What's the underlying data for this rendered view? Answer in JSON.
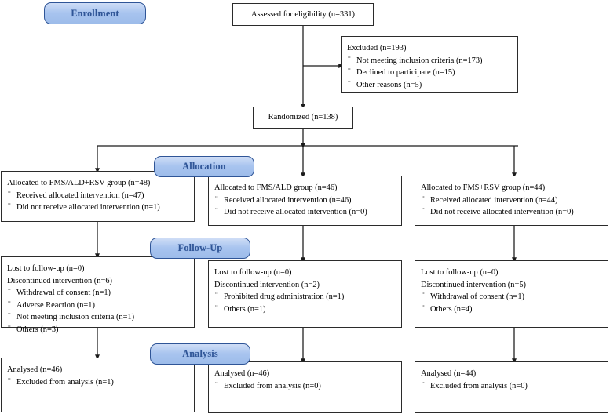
{
  "diagram": {
    "type": "consort-flow-diagram",
    "title": "CONSORT participant flow diagram",
    "accent_color": "#2f5597",
    "pill_fill": "#a8c4ef",
    "box_border": "#2b2b2b",
    "bullet_glyph": "¨"
  },
  "stage_labels": [
    {
      "id": "enrollment",
      "label": "Enrollment"
    },
    {
      "id": "allocation",
      "label": "Allocation"
    },
    {
      "id": "followup",
      "label": "Follow-Up"
    },
    {
      "id": "analysis",
      "label": "Analysis"
    }
  ],
  "enrollment": {
    "assessed": {
      "lines": [
        {
          "text": "Assessed for eligibility (n=331)",
          "bullet": false
        }
      ]
    },
    "excluded": {
      "lines": [
        {
          "text": "Excluded (n=193)",
          "bullet": false
        },
        {
          "text": "Not meeting inclusion criteria (n=173)",
          "bullet": true
        },
        {
          "text": "Declined to participate (n=15)",
          "bullet": true
        },
        {
          "text": "Other reasons (n=5)",
          "bullet": true
        }
      ]
    },
    "randomized": {
      "lines": [
        {
          "text": "Randomized (n=138)",
          "bullet": false
        }
      ]
    }
  },
  "arms": [
    {
      "id": "arm-fms-ald-rsv",
      "allocation": {
        "lines": [
          {
            "text": "Allocated to FMS/ALD+RSV group (n=48)",
            "bullet": false
          },
          {
            "text": "Received allocated intervention (n=47)",
            "bullet": true
          },
          {
            "text": "Did not receive allocated intervention (n=1)",
            "bullet": true
          }
        ]
      },
      "followup": {
        "lines": [
          {
            "text": "Lost to follow-up (n=0)",
            "bullet": false
          },
          {
            "text": "Discontinued intervention (n=6)",
            "bullet": false
          },
          {
            "text": "Withdrawal of consent (n=1)",
            "bullet": true
          },
          {
            "text": "Adverse Reaction (n=1)",
            "bullet": true
          },
          {
            "text": "Not meeting inclusion criteria (n=1)",
            "bullet": true
          },
          {
            "text": "Others (n=3)",
            "bullet": true
          }
        ]
      },
      "analysis": {
        "lines": [
          {
            "text": "Analysed (n=46)",
            "bullet": false
          },
          {
            "text": "Excluded from analysis (n=1)",
            "bullet": true
          }
        ]
      }
    },
    {
      "id": "arm-fms-ald",
      "allocation": {
        "lines": [
          {
            "text": "Allocated to FMS/ALD group (n=46)",
            "bullet": false
          },
          {
            "text": "Received allocated intervention (n=46)",
            "bullet": true
          },
          {
            "text": "Did not receive allocated intervention (n=0)",
            "bullet": true
          }
        ]
      },
      "followup": {
        "lines": [
          {
            "text": "Lost to follow-up (n=0)",
            "bullet": false
          },
          {
            "text": "Discontinued intervention (n=2)",
            "bullet": false
          },
          {
            "text": "Prohibited drug administration (n=1)",
            "bullet": true
          },
          {
            "text": "Others (n=1)",
            "bullet": true
          }
        ]
      },
      "analysis": {
        "lines": [
          {
            "text": "Analysed (n=46)",
            "bullet": false
          },
          {
            "text": "Excluded from analysis (n=0)",
            "bullet": true
          }
        ]
      }
    },
    {
      "id": "arm-fms-rsv",
      "allocation": {
        "lines": [
          {
            "text": "Allocated to FMS+RSV group (n=44)",
            "bullet": false
          },
          {
            "text": "Received allocated intervention (n=44)",
            "bullet": true
          },
          {
            "text": "Did not receive allocated intervention (n=0)",
            "bullet": true
          }
        ]
      },
      "followup": {
        "lines": [
          {
            "text": "Lost to follow-up (n=0)",
            "bullet": false
          },
          {
            "text": "Discontinued intervention (n=5)",
            "bullet": false
          },
          {
            "text": "Withdrawal of consent (n=1)",
            "bullet": true
          },
          {
            "text": "Others (n=4)",
            "bullet": true
          }
        ]
      },
      "analysis": {
        "lines": [
          {
            "text": "Analysed (n=44)",
            "bullet": false
          },
          {
            "text": "Excluded from analysis (n=0)",
            "bullet": true
          }
        ]
      }
    }
  ]
}
